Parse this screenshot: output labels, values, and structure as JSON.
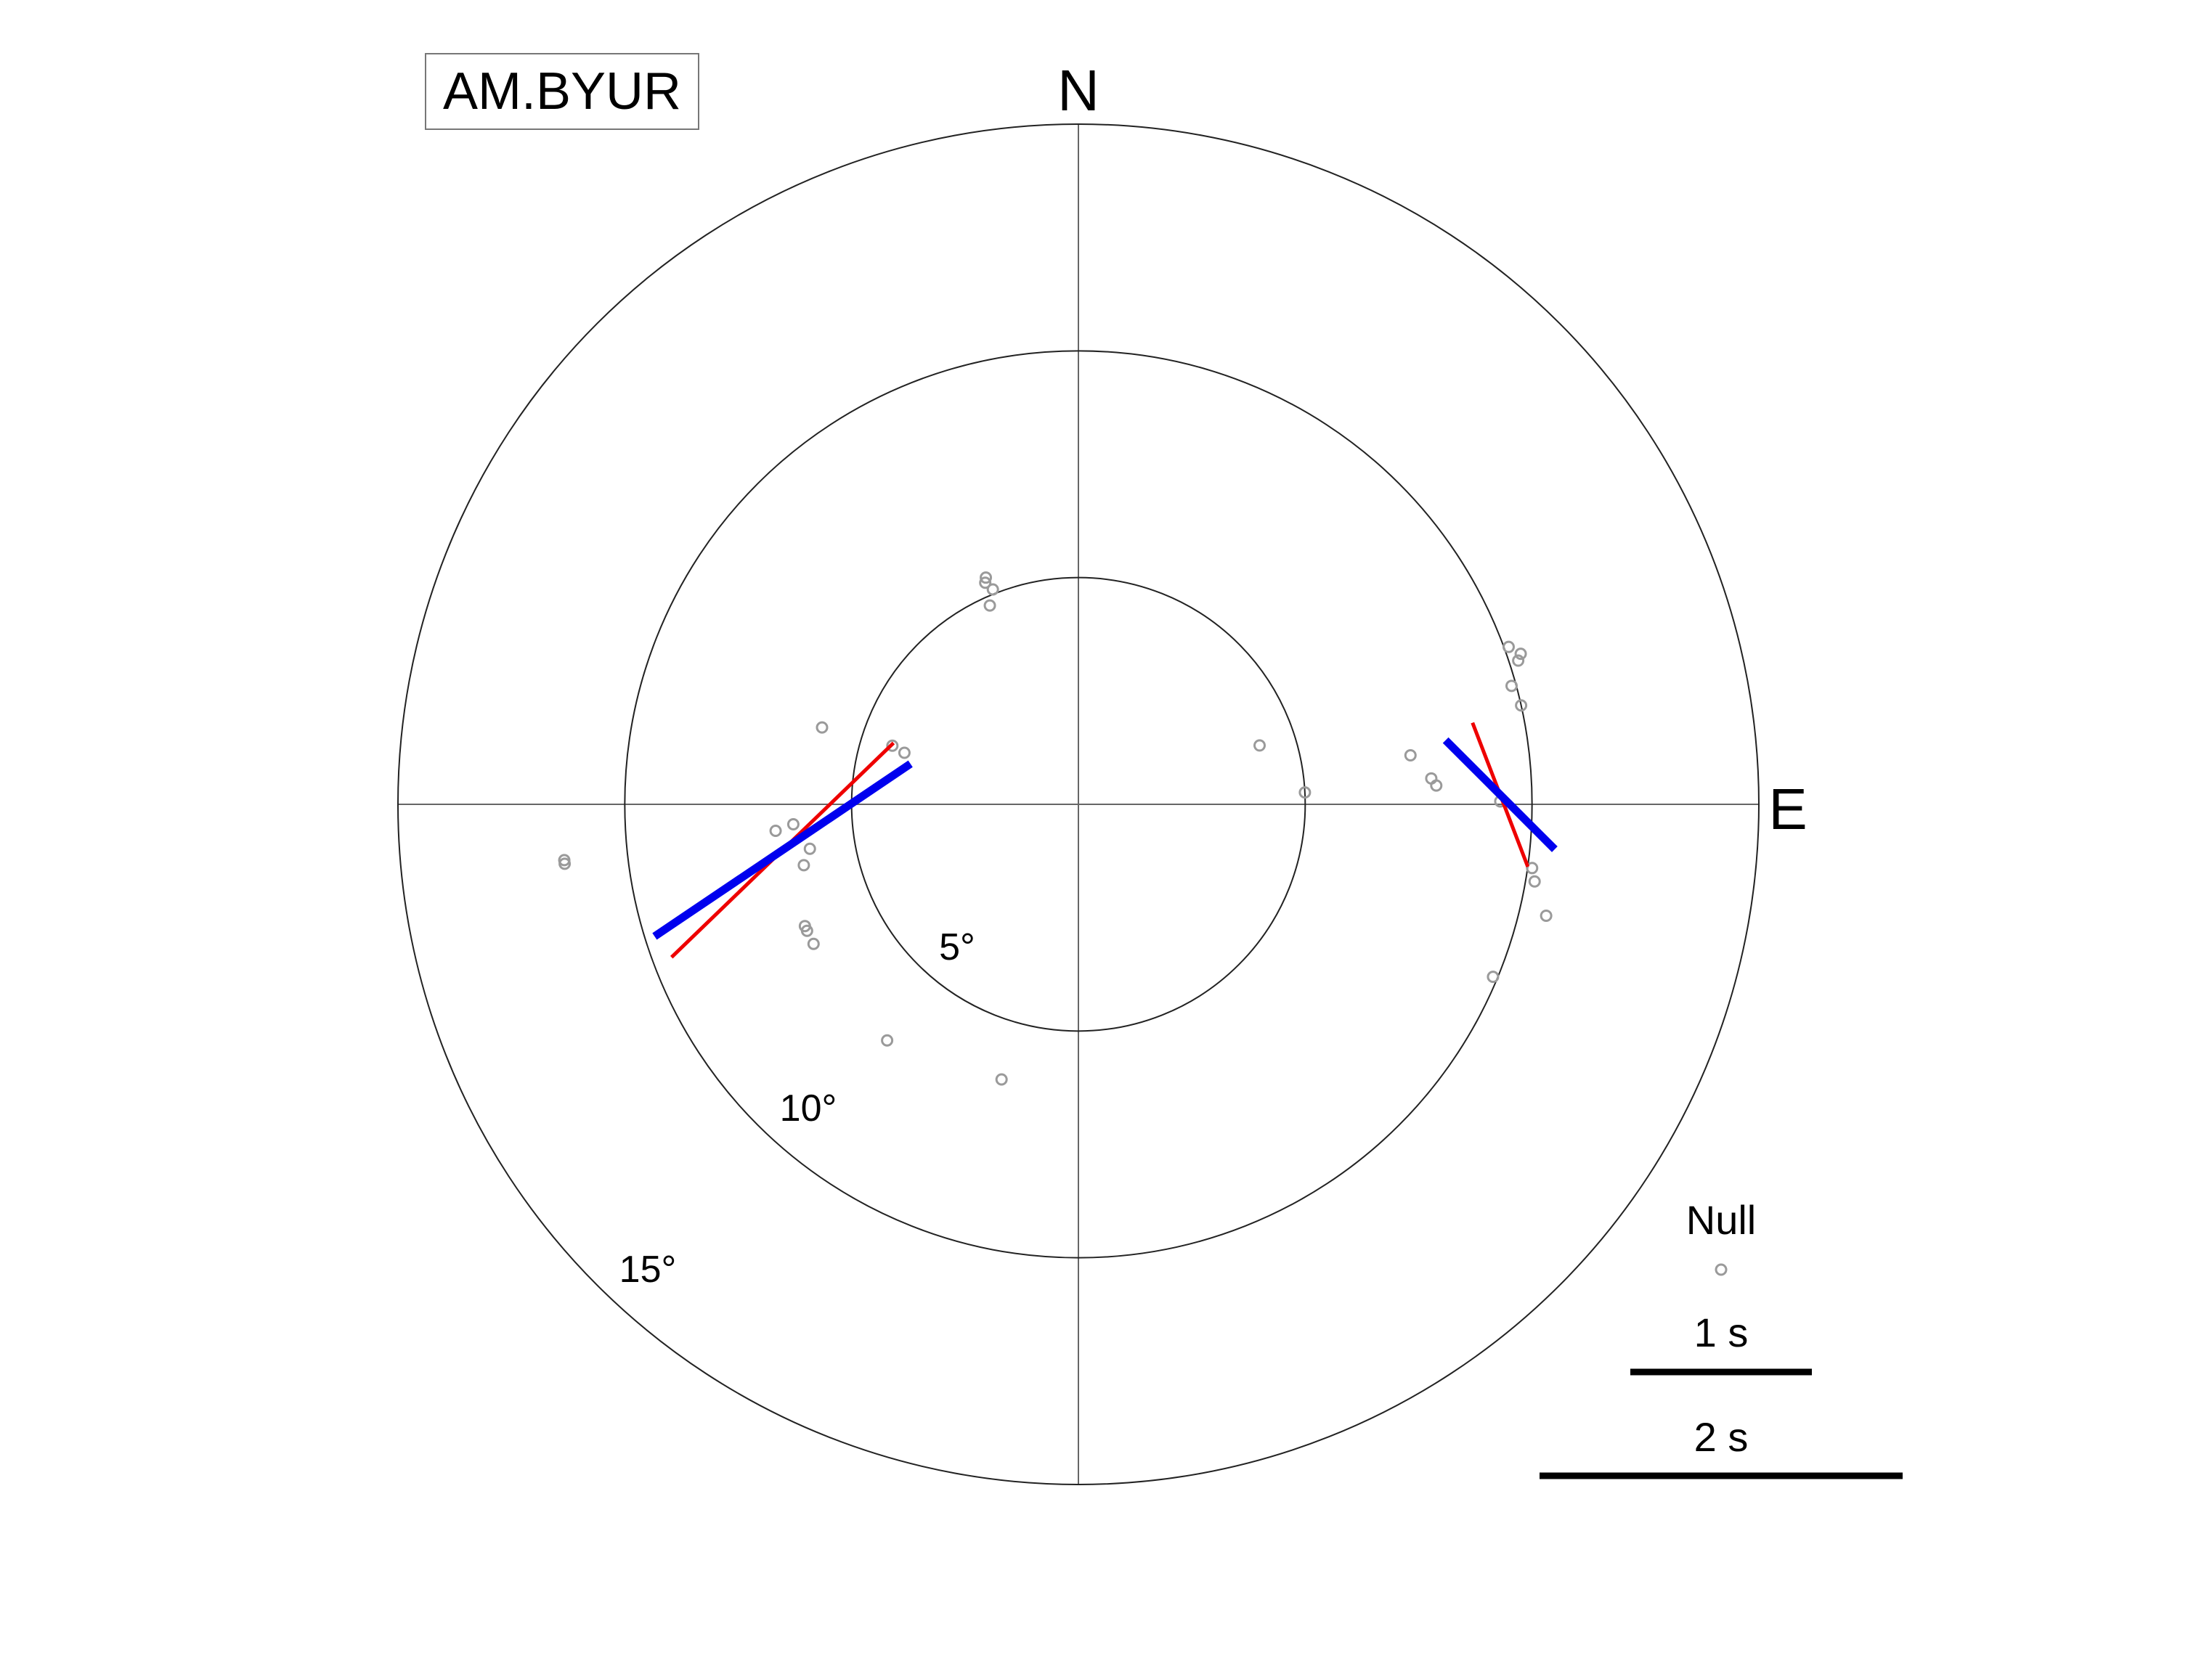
{
  "station_label": "AM.BYUR",
  "compass": {
    "north": "N",
    "east": "E"
  },
  "colors": {
    "ring": "#222222",
    "crosshair": "#666666",
    "null_marker": "#9a9a9a",
    "measurement_primary": "#0000ee",
    "measurement_secondary": "#ee0000",
    "scale_bar": "#000000"
  },
  "chart_data": {
    "type": "polar-scatter",
    "radial_unit": "degrees incidence",
    "radial_max": 15,
    "rings": [
      {
        "value": 5,
        "label": "5°"
      },
      {
        "value": 10,
        "label": "10°"
      },
      {
        "value": 15,
        "label": "15°"
      }
    ],
    "null_points": [
      {
        "baz": 338.3,
        "inc": 5.1
      },
      {
        "baz": 337.8,
        "inc": 5.4
      },
      {
        "baz": 337.2,
        "inc": 5.3
      },
      {
        "baz": 336.0,
        "inc": 4.8
      },
      {
        "baz": 286.5,
        "inc": 4.0
      },
      {
        "baz": 287.5,
        "inc": 4.3
      },
      {
        "baz": 286.7,
        "inc": 5.9
      },
      {
        "baz": 263.4,
        "inc": 11.4
      },
      {
        "baz": 263.8,
        "inc": 11.4
      },
      {
        "baz": 242.2,
        "inc": 6.6
      },
      {
        "baz": 245.0,
        "inc": 6.6
      },
      {
        "baz": 246.0,
        "inc": 6.6
      },
      {
        "baz": 260.6,
        "inc": 6.0
      },
      {
        "baz": 257.5,
        "inc": 6.2
      },
      {
        "baz": 265.0,
        "inc": 6.7
      },
      {
        "baz": 266.0,
        "inc": 6.3
      },
      {
        "baz": 219.0,
        "inc": 6.7
      },
      {
        "baz": 195.6,
        "inc": 6.3
      },
      {
        "baz": 72.0,
        "inc": 4.2
      },
      {
        "baz": 87.0,
        "inc": 5.0
      },
      {
        "baz": 81.6,
        "inc": 7.4
      },
      {
        "baz": 87.0,
        "inc": 7.9
      },
      {
        "baz": 85.8,
        "inc": 7.8
      },
      {
        "baz": 89.6,
        "inc": 9.3
      },
      {
        "baz": 74.7,
        "inc": 9.9
      },
      {
        "baz": 71.9,
        "inc": 10.2
      },
      {
        "baz": 69.9,
        "inc": 10.1
      },
      {
        "baz": 71.2,
        "inc": 10.3
      },
      {
        "baz": 77.4,
        "inc": 10.0
      },
      {
        "baz": 98.0,
        "inc": 10.1
      },
      {
        "baz": 99.6,
        "inc": 10.2
      },
      {
        "baz": 103.4,
        "inc": 10.6
      },
      {
        "baz": 112.6,
        "inc": 9.9
      }
    ],
    "measurements": [
      {
        "baz": 261.2,
        "inc": 6.6,
        "fast_azimuth": 56,
        "delay_s": 1.7,
        "type": "primary"
      },
      {
        "baz": 261.2,
        "inc": 6.6,
        "fast_azimuth": 46,
        "delay_s": 1.7,
        "type": "secondary"
      },
      {
        "baz": 88.7,
        "inc": 9.3,
        "fast_azimuth": 135,
        "delay_s": 0.85,
        "type": "primary"
      },
      {
        "baz": 88.7,
        "inc": 9.3,
        "fast_azimuth": 159,
        "delay_s": 0.85,
        "type": "secondary"
      }
    ],
    "legend": {
      "null_label": "Null",
      "scale": [
        {
          "label": "1 s",
          "seconds": 1
        },
        {
          "label": "2 s",
          "seconds": 2
        }
      ]
    }
  }
}
